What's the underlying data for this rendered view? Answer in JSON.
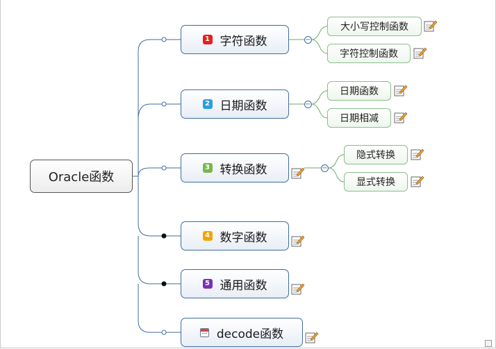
{
  "root": {
    "label": "Oracle函数"
  },
  "branches": [
    {
      "num": "1",
      "color": "#e8201a",
      "label": "字符函数",
      "children": [
        {
          "label": "大小写控制函数"
        },
        {
          "label": "字符控制函数"
        }
      ]
    },
    {
      "num": "2",
      "color": "#2b9ee0",
      "label": "日期函数",
      "children": [
        {
          "label": "日期函数"
        },
        {
          "label": "日期相减"
        }
      ]
    },
    {
      "num": "3",
      "color": "#7ab648",
      "label": "转换函数",
      "children": [
        {
          "label": "隐式转换"
        },
        {
          "label": "显式转换"
        }
      ]
    },
    {
      "num": "4",
      "color": "#f5a300",
      "label": "数字函数",
      "children": []
    },
    {
      "num": "5",
      "color": "#7b2fb6",
      "label": "通用函数",
      "children": []
    },
    {
      "num": "",
      "icon": "calendar-icon",
      "label": "decode函数",
      "children": []
    }
  ],
  "collapse_symbol": "−"
}
